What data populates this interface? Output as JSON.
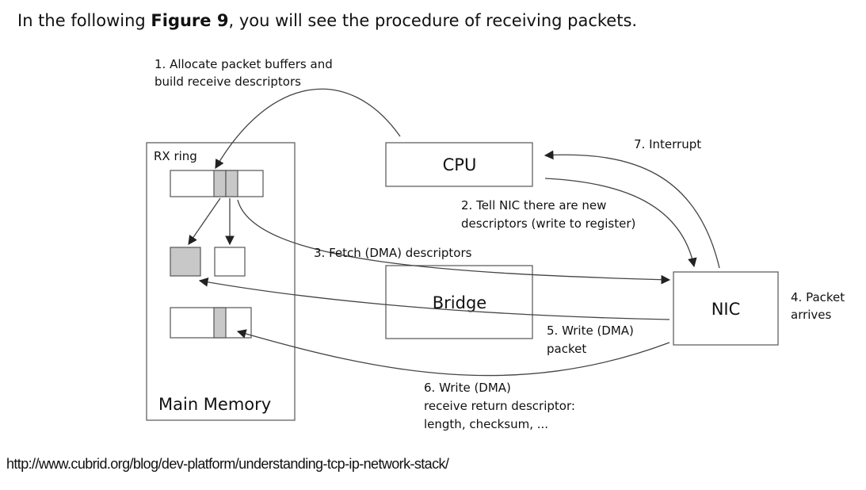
{
  "intro": {
    "before": "In the following ",
    "figure_ref": "Figure 9",
    "after": ", you will see the procedure of receiving packets."
  },
  "diagram": {
    "nodes": {
      "main_memory": "Main Memory",
      "rx_ring": "RX ring",
      "cpu": "CPU",
      "bridge": "Bridge",
      "nic": "NIC"
    },
    "steps": {
      "step1": [
        "1. Allocate packet buffers and",
        "build receive descriptors"
      ],
      "step2": [
        "2. Tell NIC there are new",
        "descriptors (write to register)"
      ],
      "step3": [
        "3. Fetch (DMA) descriptors"
      ],
      "step4": [
        "4. Packet",
        "arrives"
      ],
      "step5": [
        "5. Write (DMA)",
        "packet"
      ],
      "step6": [
        "6. Write (DMA)",
        "receive return descriptor:",
        "length, checksum, ..."
      ],
      "step7": [
        "7. Interrupt"
      ]
    }
  },
  "source_url": "http://www.cubrid.org/blog/dev-platform/understanding-tcp-ip-network-stack/"
}
